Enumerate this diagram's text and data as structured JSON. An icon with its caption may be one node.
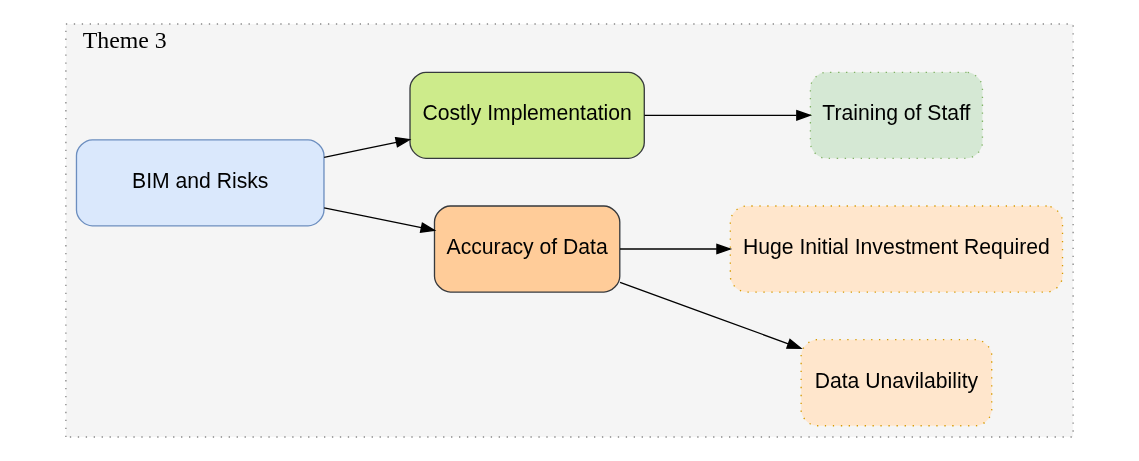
{
  "diagram": {
    "nodes": [
      {
        "text": [
          "Theme 3"
        ]
      },
      {
        "text": [
          "BIM and Risks"
        ],
        "in": 0
      },
      {
        "text": [
          "Accuracy of Data"
        ],
        "in": 0
      },
      {
        "text": [
          "Costly Implementation"
        ],
        "in": 0
      },
      {
        "text": [
          "Data Unavilability"
        ],
        "in": 0
      },
      {
        "text": [
          "Huge Initial Investment Required"
        ],
        "in": 0
      },
      {
        "text": [
          "Training of Staff"
        ],
        "in": 0
      }
    ],
    "edges": [
      {
        "from": 1,
        "to": 2,
        "arrow": "to"
      },
      {
        "from": 1,
        "to": 3,
        "arrow": "to"
      },
      {
        "from": 2,
        "to": 4,
        "arrow": "to"
      },
      {
        "from": 2,
        "to": 5,
        "arrow": "to"
      },
      {
        "from": 3,
        "to": 6,
        "arrow": "to"
      }
    ]
  }
}
